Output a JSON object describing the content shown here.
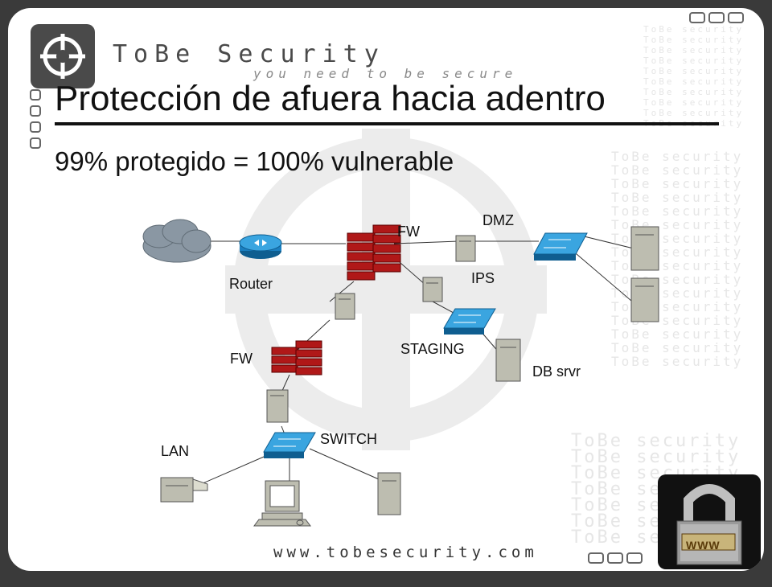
{
  "brand": {
    "name": "ToBe Security",
    "tagline": "you need to be secure",
    "url": "www.tobesecurity.com",
    "lock_text": "WWW"
  },
  "title": "Protección de afuera hacia adentro",
  "subtitle": "99% protegido = 100% vulnerable",
  "background_text": "ToBe security",
  "diagram": {
    "labels": {
      "fw_top": "FW",
      "dmz": "DMZ",
      "ips": "IPS",
      "router": "Router",
      "staging": "STAGING",
      "db_srvr": "DB srvr",
      "fw_bottom": "FW",
      "switch": "SWITCH",
      "lan": "LAN"
    }
  },
  "colors": {
    "firewall": "#b01818",
    "switch": "#1a8fd0",
    "router": "#1a7fc0",
    "device": "#bdbdb0",
    "cloud": "#8a97a3"
  }
}
